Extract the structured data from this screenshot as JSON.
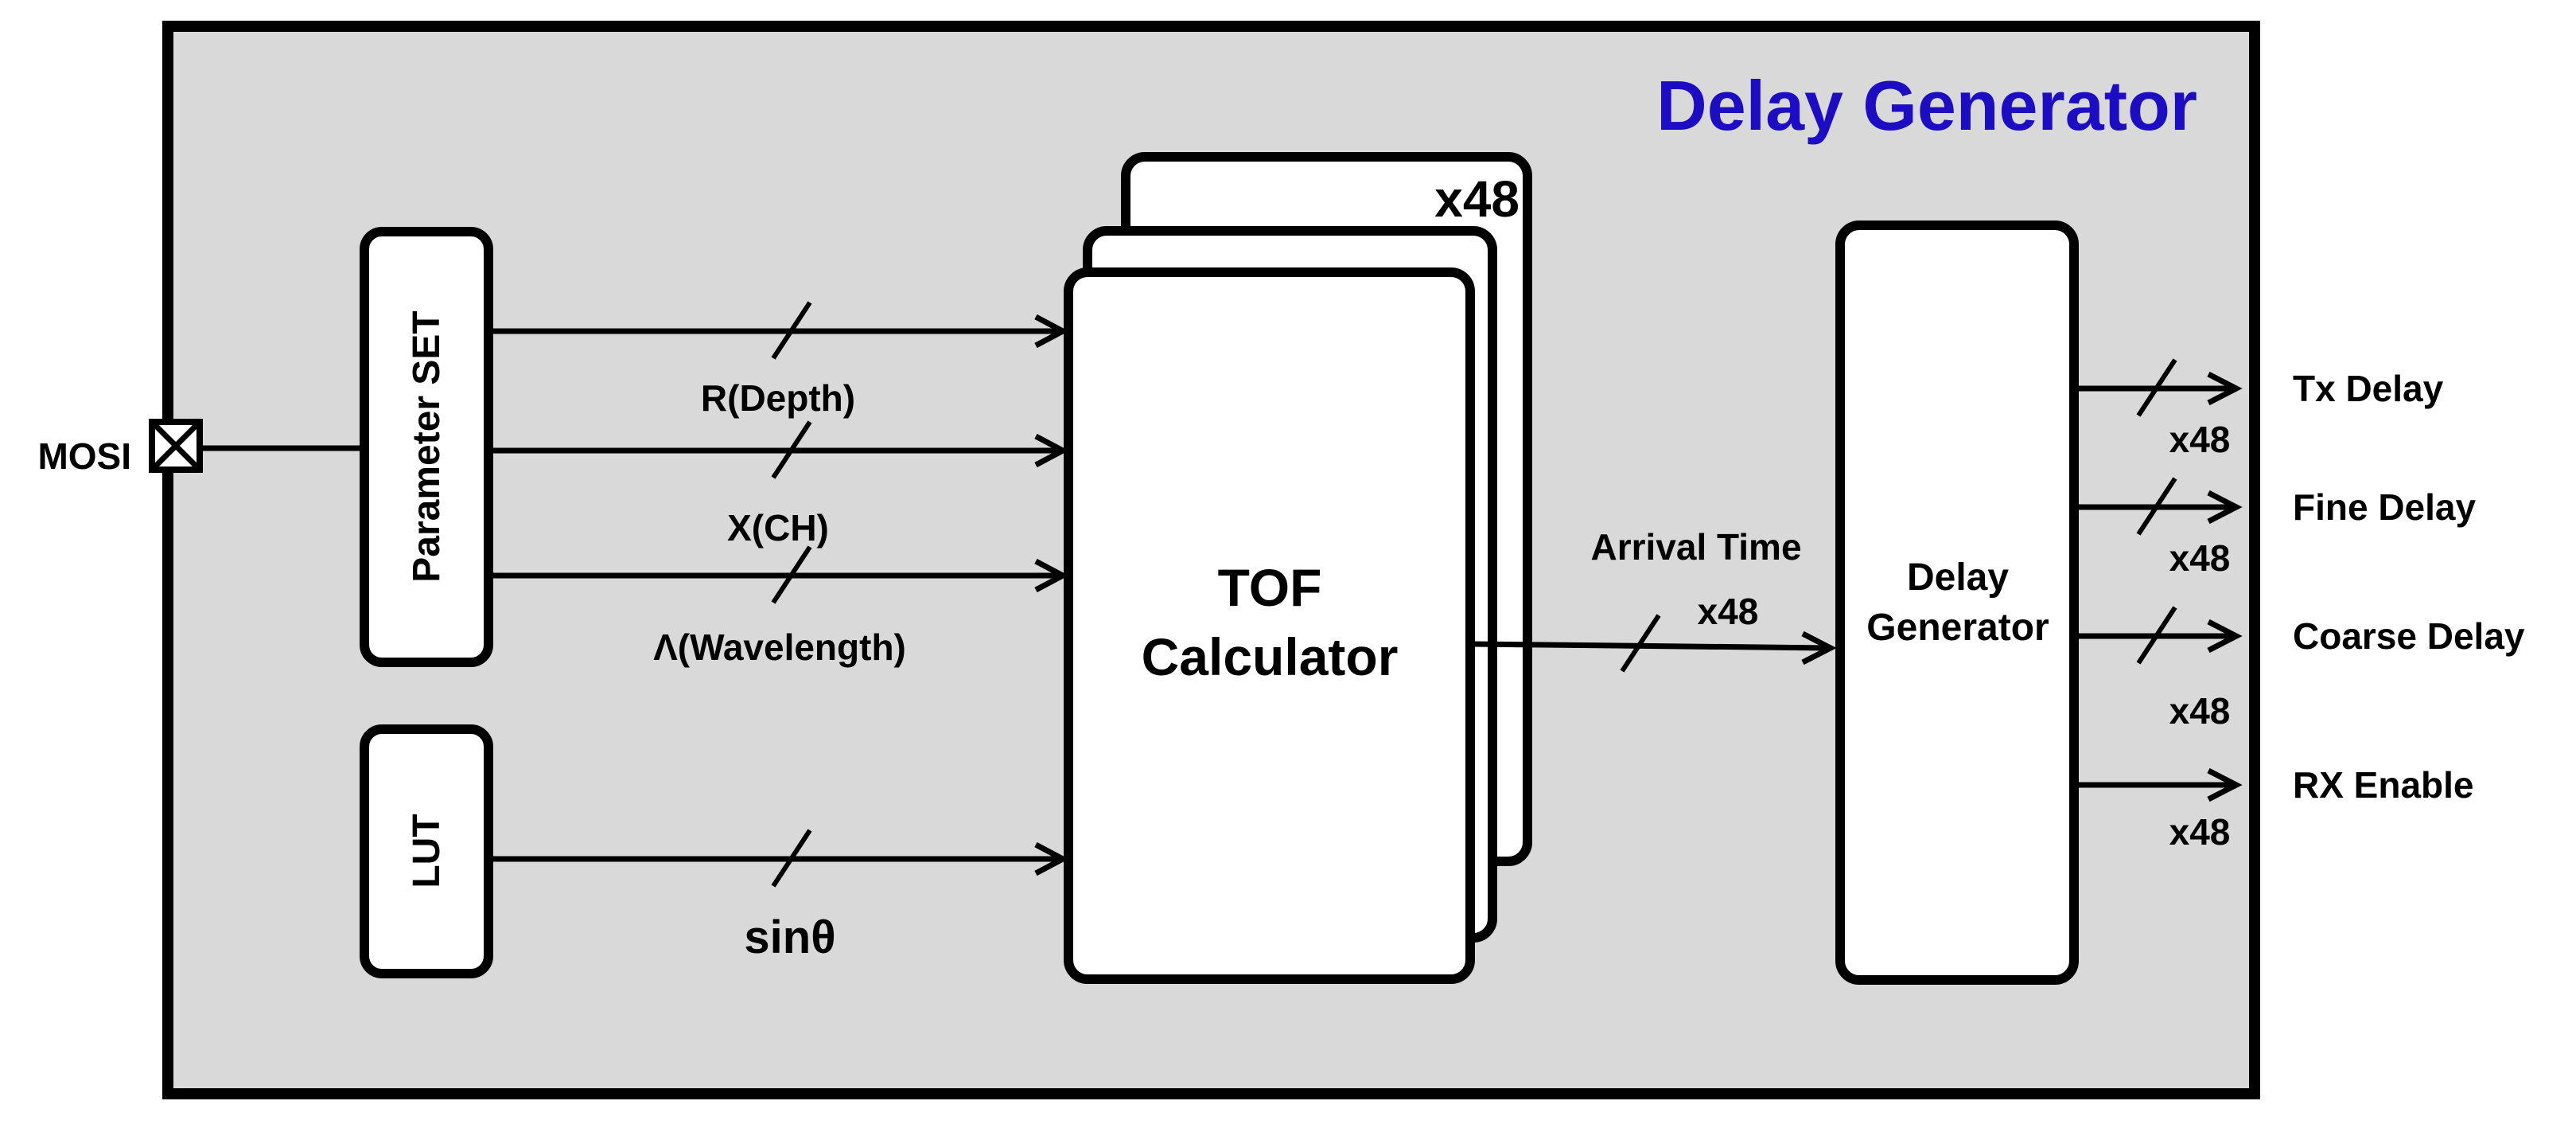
{
  "title": "Delay Generator",
  "input_pin": "MOSI",
  "blocks": {
    "parameter_set": "Parameter SET",
    "lut": "LUT",
    "tof_line1": "TOF",
    "tof_line2": "Calculator",
    "tof_count": "x48",
    "delay_gen_line1": "Delay",
    "delay_gen_line2": "Generator"
  },
  "signals": {
    "r_depth": "R(Depth)",
    "x_ch": "X(CH)",
    "wavelength": "Λ(Wavelength)",
    "sin_theta": "sinθ",
    "arrival_time": "Arrival Time",
    "arrival_count": "x48"
  },
  "outputs": [
    {
      "label": "Tx Delay",
      "count": "x48"
    },
    {
      "label": "Fine Delay",
      "count": "x48"
    },
    {
      "label": "Coarse Delay",
      "count": "x48"
    },
    {
      "label": "RX Enable",
      "count": "x48"
    }
  ],
  "colors": {
    "panel": "#d9d9d9",
    "title": "#1c0cc4",
    "line": "#000000"
  }
}
